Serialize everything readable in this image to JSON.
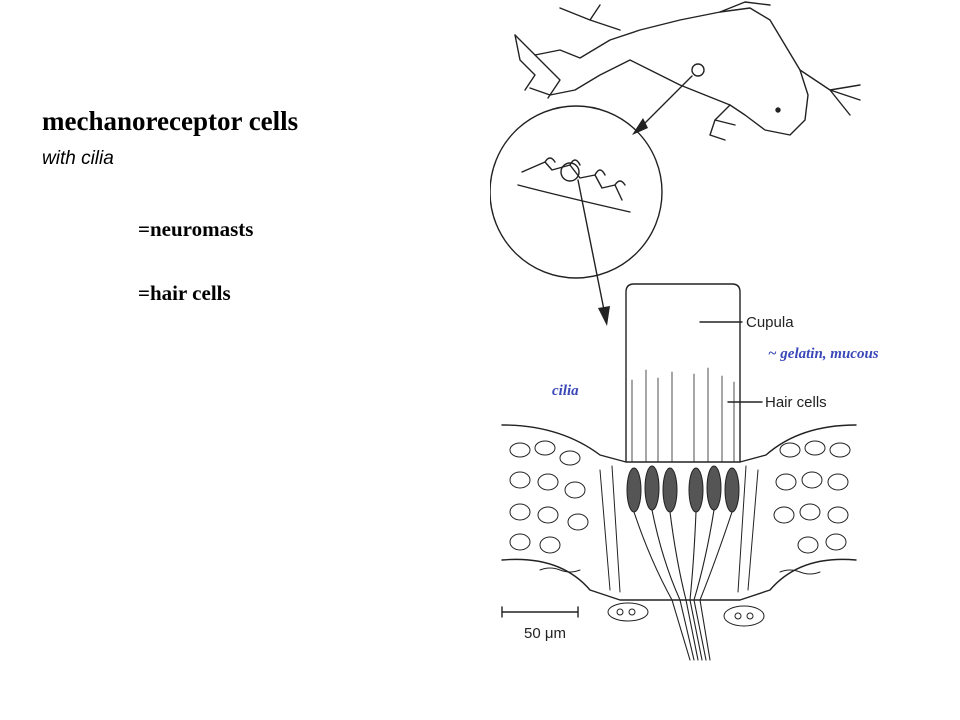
{
  "slide": {
    "title": "mechanoreceptor cells",
    "subtitle": "with cilia",
    "terms": [
      "=neuromasts",
      "=hair cells"
    ]
  },
  "diagram": {
    "labels": {
      "cupula": "Cupula",
      "hair_cells": "Hair cells",
      "scale": "50 μm"
    },
    "annotations": {
      "gelatin": "~ gelatin, mucous",
      "cilia": "cilia"
    },
    "colors": {
      "annotation": "#3a48b8",
      "ink": "#222222"
    }
  }
}
